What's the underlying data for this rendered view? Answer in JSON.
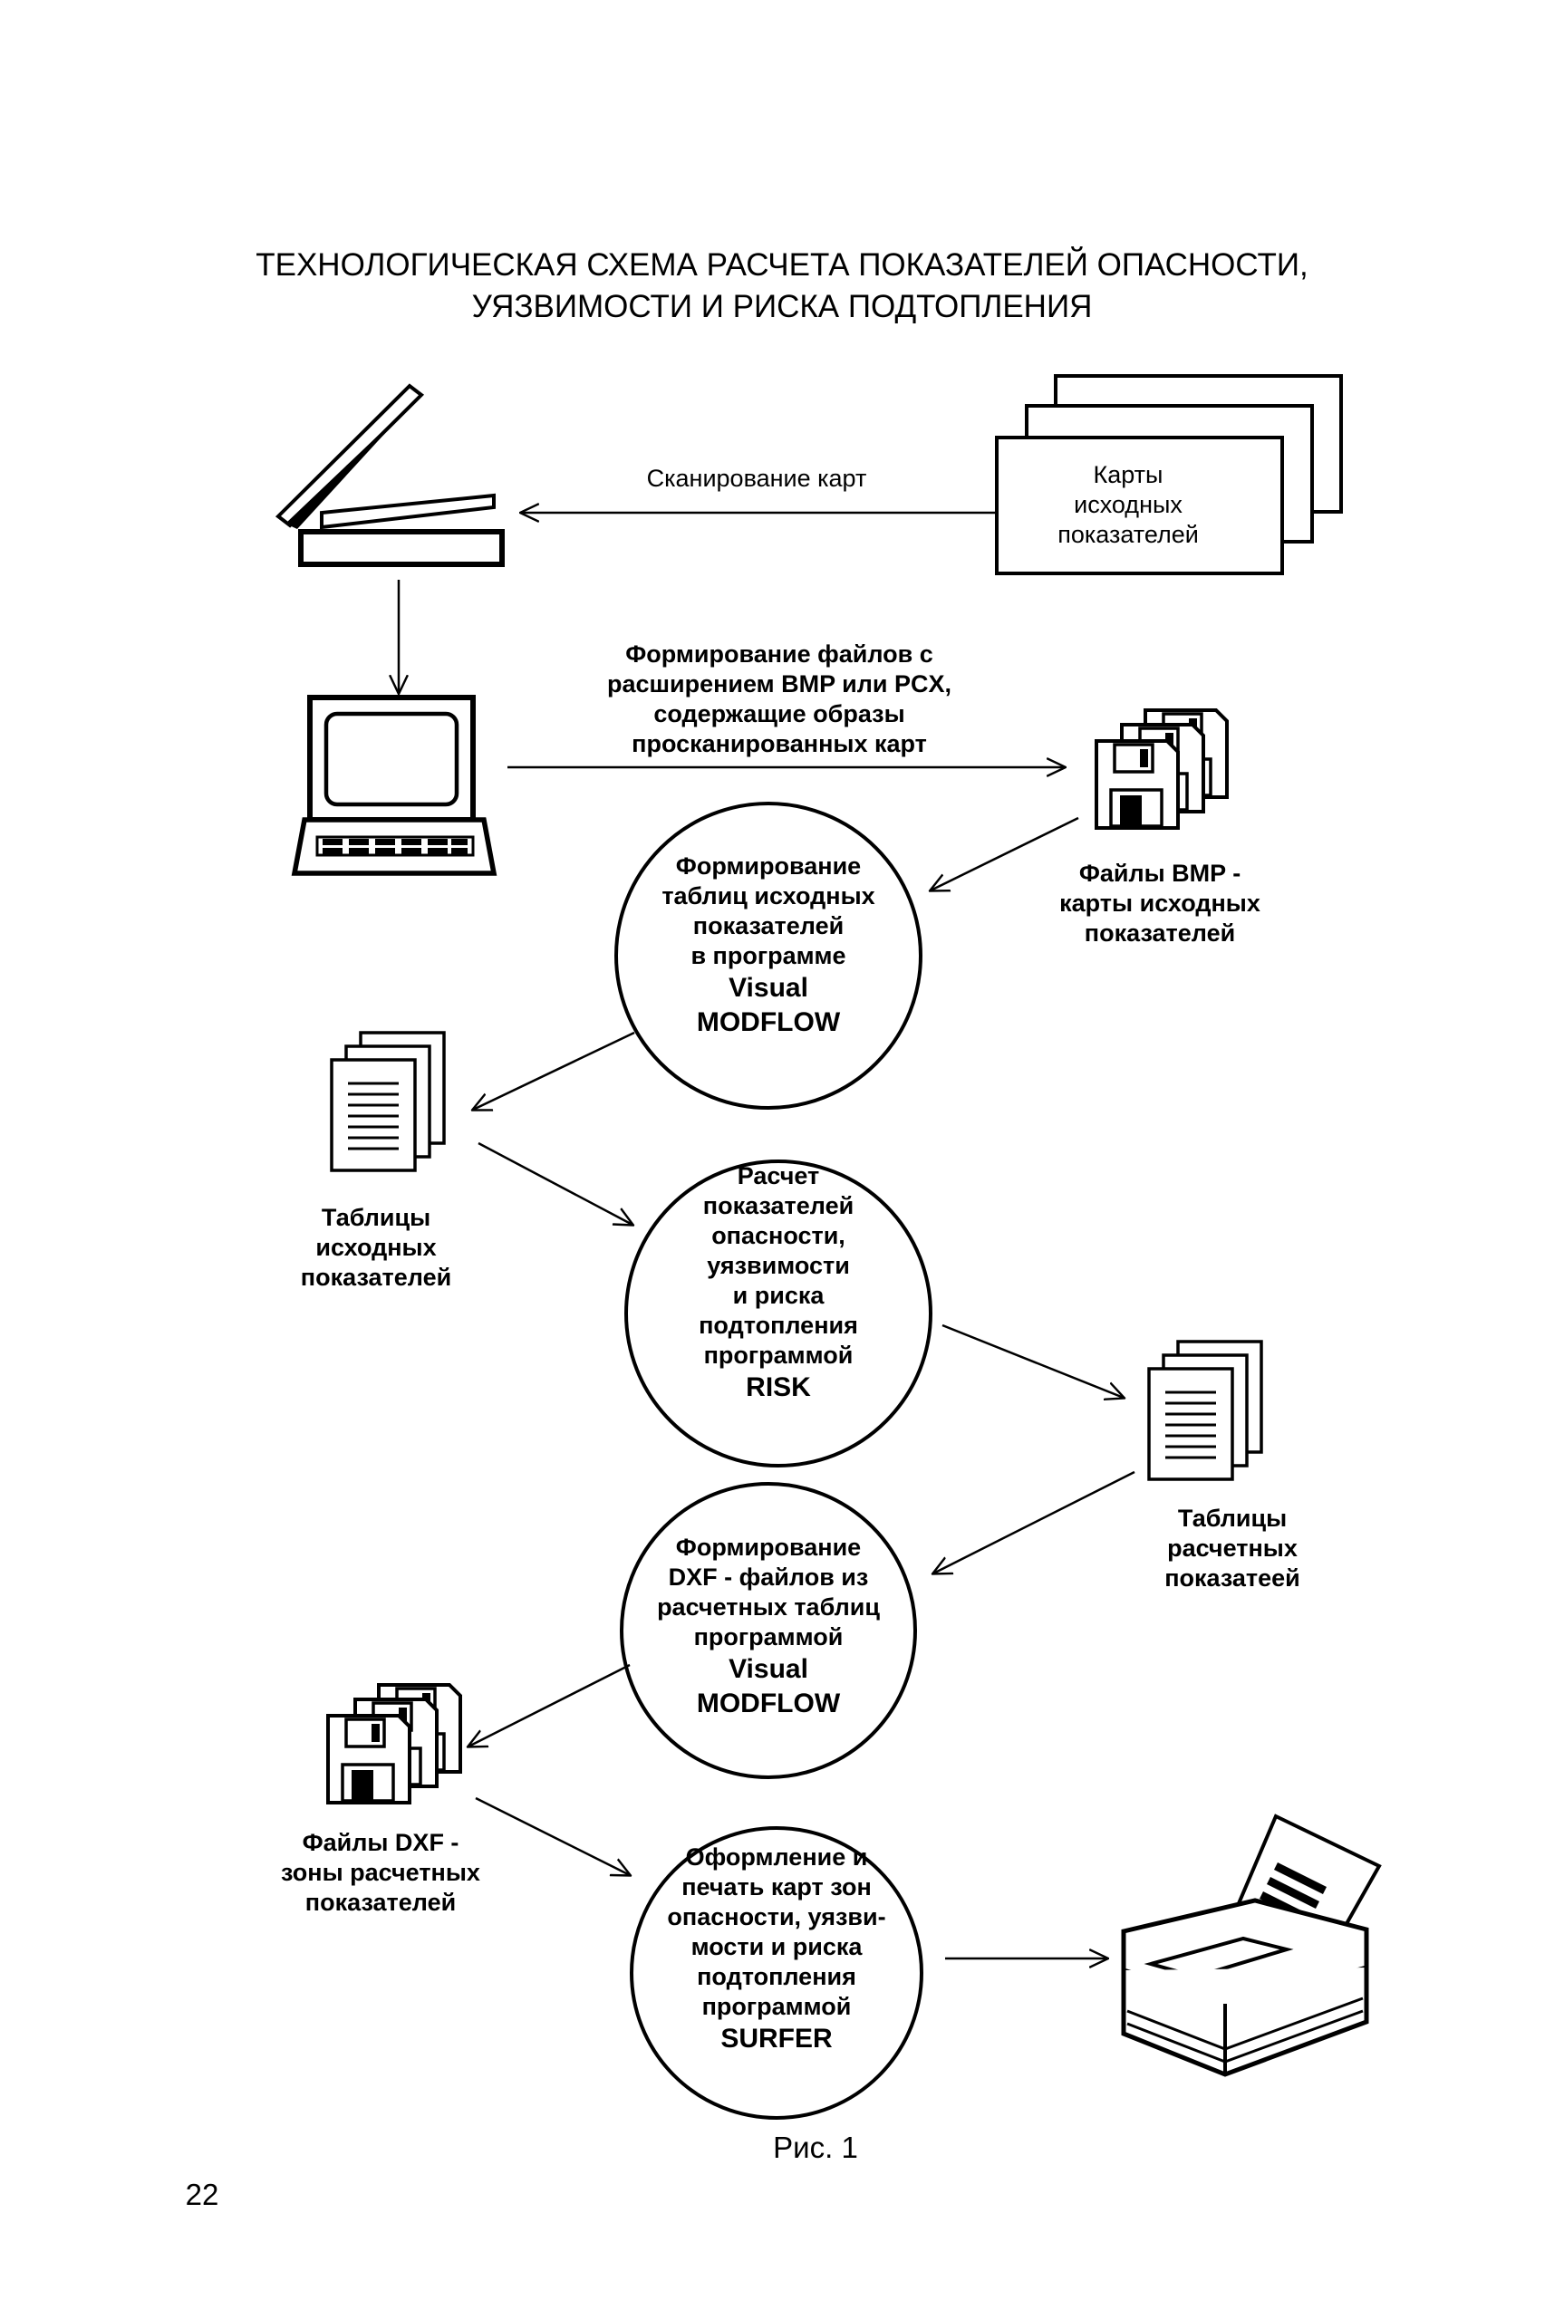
{
  "title": {
    "line1": "ТЕХНОЛОГИЧЕСКАЯ  СХЕМА РАСЧЕТА ПОКАЗАТЕЛЕЙ ОПАСНОСТИ,",
    "line2": "УЯЗВИМОСТИ И РИСКА ПОДТОПЛЕНИЯ"
  },
  "maps_box": {
    "line1": "Карты",
    "line2": "исходных",
    "line3": "показателей"
  },
  "arrow_scan": "Сканирование карт",
  "arrow_files": {
    "line1": "Формирование файлов с",
    "line2": "расширением BMP или PCX,",
    "line3": "содержащие образы",
    "line4": "просканированных карт"
  },
  "bmp_files": {
    "line1": "Файлы BMP -",
    "line2": "карты исходных",
    "line3": "показателей"
  },
  "circle1": {
    "line1": "Формирование",
    "line2": "таблиц исходных",
    "line3": "показателей",
    "line4": "в программе",
    "prog1": "Visual",
    "prog2": "MODFLOW"
  },
  "input_tables": {
    "line1": "Таблицы",
    "line2": "исходных",
    "line3": "показателей"
  },
  "circle2": {
    "line1": "Расчет",
    "line2": "показателей",
    "line3": "опасности,",
    "line4": "уязвимости",
    "line5": "и риска",
    "line6": "подтопления",
    "line7": "программой",
    "prog": "RISK"
  },
  "calc_tables": {
    "line1": "Таблицы",
    "line2": "расчетных",
    "line3": "показатеей"
  },
  "circle3": {
    "line1": "Формирование",
    "line2": "DXF - файлов из",
    "line3": "расчетных  таблиц",
    "line4": "программой",
    "prog1": "Visual",
    "prog2": "MODFLOW"
  },
  "dxf_files": {
    "line1": "Файлы DXF -",
    "line2": "зоны расчетных",
    "line3": "показателей"
  },
  "circle4": {
    "line1": "Оформление и",
    "line2": "печать карт зон",
    "line3": "опасности, уязви-",
    "line4": "мости и риска",
    "line5": "подтопления",
    "line6": "программой",
    "prog": "SURFER"
  },
  "caption": "Рис. 1",
  "page_number": "22"
}
